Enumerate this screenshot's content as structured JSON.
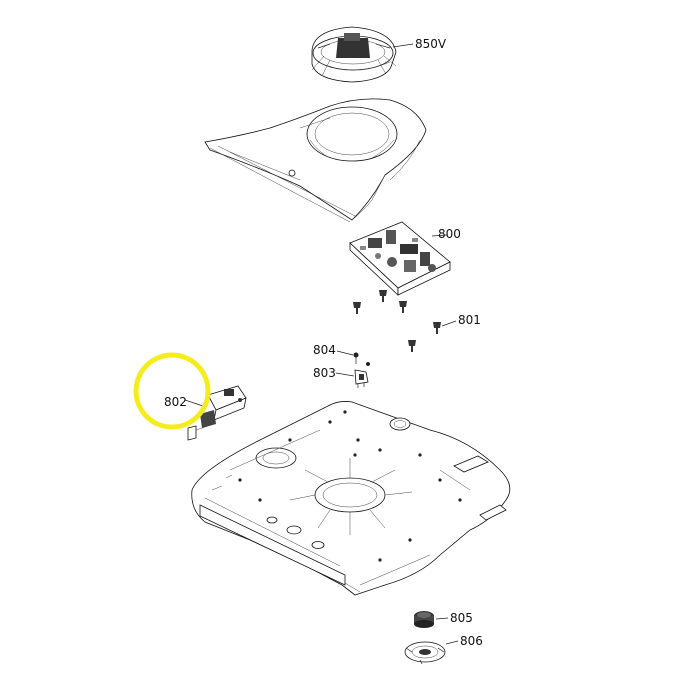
{
  "highlight_color": "#f5ec1e",
  "labels": {
    "p850V": "850V",
    "p800": "800",
    "p801": "801",
    "p804": "804",
    "p803": "803",
    "p802": "802",
    "p805": "805",
    "p806": "806"
  }
}
